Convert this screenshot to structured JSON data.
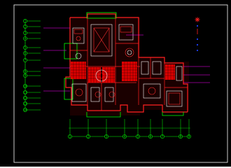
{
  "drawing": {
    "background": "#000000",
    "frame_color": "#ffffff",
    "palette": {
      "wall": "#ff2020",
      "fixture": "#ffffff",
      "furniture": "#ff3030",
      "hatch": "#ff0000",
      "axis": "#00ff00",
      "leader": "#ff00ff",
      "room_fill": "#1a0000",
      "legend_star": "#ff2020",
      "legend_dot": "#2040ff"
    },
    "left_axis_bubbles": [
      "1",
      "2",
      "3",
      "4",
      "5",
      "6",
      "7",
      "8",
      "9",
      "10",
      "11",
      "12",
      "13",
      "14"
    ],
    "bottom_axis_bubbles": [
      "1",
      "2",
      "3",
      "4",
      "5",
      "6",
      "7",
      "8",
      "9"
    ],
    "legend_icons": [
      "star-symbol-icon",
      "dot-symbol-icon",
      "line-symbol-icon",
      "dot-symbol-icon",
      "dot-symbol-icon",
      "dot-symbol-icon"
    ]
  }
}
